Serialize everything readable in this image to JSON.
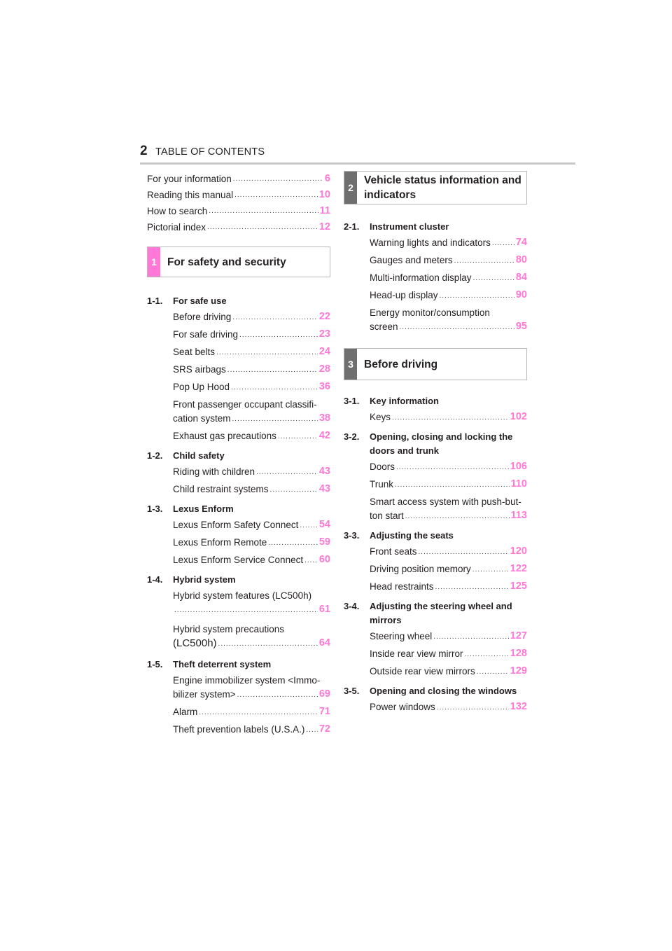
{
  "header": {
    "page_number": "2",
    "title": "TABLE OF CONTENTS"
  },
  "left_top": [
    {
      "title": "For your information",
      "page": "6"
    },
    {
      "title": "Reading this manual",
      "page": "10"
    },
    {
      "title": "How to search",
      "page": "11"
    },
    {
      "title": "Pictorial index",
      "page": "12"
    }
  ],
  "chapter1": {
    "number": "1",
    "title": "For safety and security",
    "s11": {
      "num": "1-1.",
      "label": "For safe use",
      "items": [
        {
          "title": "Before driving",
          "page": "22"
        },
        {
          "title": "For safe driving",
          "page": "23"
        },
        {
          "title": "Seat belts",
          "page": "24"
        },
        {
          "title": "SRS airbags",
          "page": "28"
        },
        {
          "title": "Pop Up Hood",
          "page": "36"
        }
      ],
      "fpocs_line1": "Front passenger occupant classifi-",
      "fpocs_line2": "cation system",
      "fpocs_page": "38",
      "exhaust": {
        "title": "Exhaust gas precautions",
        "page": "42"
      }
    },
    "s12": {
      "num": "1-2.",
      "label": "Child safety",
      "items": [
        {
          "title": "Riding with children",
          "page": "43"
        },
        {
          "title": "Child restraint systems",
          "page": "43"
        }
      ]
    },
    "s13": {
      "num": "1-3.",
      "label": "Lexus Enform",
      "items": [
        {
          "title": "Lexus Enform Safety Connect",
          "page": "54"
        },
        {
          "title": "Lexus Enform Remote",
          "page": "59"
        },
        {
          "title": "Lexus Enform Service Connect",
          "page": "60"
        }
      ]
    },
    "s14": {
      "num": "1-4.",
      "label": "Hybrid system",
      "features_line1": "Hybrid system features (LC500h)",
      "features_page": "61",
      "precautions_line1": "Hybrid system precautions",
      "precautions_line2": "(LC500h)",
      "precautions_page": "64"
    },
    "s15": {
      "num": "1-5.",
      "label": "Theft deterrent system",
      "immob_line1": "Engine immobilizer system <Immo-",
      "immob_line2": "bilizer system>",
      "immob_page": "69",
      "items": [
        {
          "title": "Alarm",
          "page": "71"
        },
        {
          "title": "Theft prevention labels (U.S.A.)",
          "page": "72"
        }
      ]
    }
  },
  "chapter2": {
    "number": "2",
    "title_line1": "Vehicle status information and",
    "title_line2": "indicators",
    "s21": {
      "num": "2-1.",
      "label": "Instrument cluster",
      "items": [
        {
          "title": "Warning lights and indicators",
          "page": "74"
        },
        {
          "title": "Gauges and meters",
          "page": "80"
        },
        {
          "title": "Multi-information display",
          "page": "84"
        },
        {
          "title": "Head-up display",
          "page": "90"
        }
      ],
      "energy_line1": "Energy monitor/consumption",
      "energy_line2": "screen",
      "energy_page": "95"
    }
  },
  "chapter3": {
    "number": "3",
    "title": "Before driving",
    "s31": {
      "num": "3-1.",
      "label": "Key information",
      "items": [
        {
          "title": "Keys",
          "page": "102"
        }
      ]
    },
    "s32": {
      "num": "3-2.",
      "label": "Opening, closing and locking the doors and trunk",
      "items": [
        {
          "title": "Doors",
          "page": "106"
        },
        {
          "title": "Trunk",
          "page": "110"
        }
      ],
      "smart_line1": "Smart access system with push-but-",
      "smart_line2": "ton start",
      "smart_page": "113"
    },
    "s33": {
      "num": "3-3.",
      "label": "Adjusting the seats",
      "items": [
        {
          "title": "Front seats",
          "page": "120"
        },
        {
          "title": "Driving position memory",
          "page": "122"
        },
        {
          "title": "Head restraints",
          "page": "125"
        }
      ]
    },
    "s34": {
      "num": "3-4.",
      "label": "Adjusting the steering wheel and mirrors",
      "items": [
        {
          "title": "Steering wheel",
          "page": "127"
        },
        {
          "title": "Inside rear view mirror",
          "page": "128"
        },
        {
          "title": "Outside rear view mirrors",
          "page": "129"
        }
      ]
    },
    "s35": {
      "num": "3-5.",
      "label": "Opening and closing the windows",
      "items": [
        {
          "title": "Power windows",
          "page": "132"
        }
      ]
    }
  },
  "colors": {
    "accent": "#ff77d7",
    "chapter_number_bg_inactive": "#6f6f6f",
    "rule": "#c9c9c9"
  }
}
